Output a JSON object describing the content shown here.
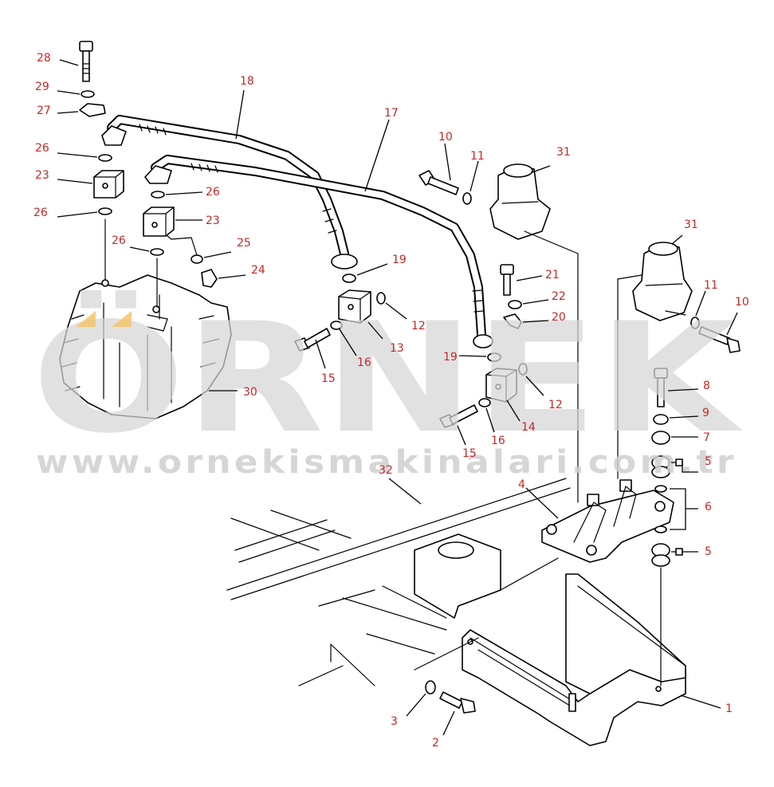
{
  "watermark": {
    "brand": "ÖRNEK",
    "url": "www.ornekismakinalari.com.tr",
    "accent_color": "#f2c46a"
  },
  "colors": {
    "callout": "#c62828",
    "line": "#000000",
    "watermark": "#d6d6d6"
  },
  "callouts": [
    {
      "id": "28",
      "text": "28"
    },
    {
      "id": "29",
      "text": "29"
    },
    {
      "id": "27",
      "text": "27"
    },
    {
      "id": "26a",
      "text": "26"
    },
    {
      "id": "23a",
      "text": "23"
    },
    {
      "id": "26b",
      "text": "26"
    },
    {
      "id": "26c",
      "text": "26"
    },
    {
      "id": "23b",
      "text": "23"
    },
    {
      "id": "26d",
      "text": "26"
    },
    {
      "id": "25",
      "text": "25"
    },
    {
      "id": "24",
      "text": "24"
    },
    {
      "id": "18",
      "text": "18"
    },
    {
      "id": "17",
      "text": "17"
    },
    {
      "id": "10a",
      "text": "10"
    },
    {
      "id": "11a",
      "text": "11"
    },
    {
      "id": "31a",
      "text": "31"
    },
    {
      "id": "31b",
      "text": "31"
    },
    {
      "id": "11b",
      "text": "11"
    },
    {
      "id": "10b",
      "text": "10"
    },
    {
      "id": "19a",
      "text": "19"
    },
    {
      "id": "12a",
      "text": "12"
    },
    {
      "id": "13",
      "text": "13"
    },
    {
      "id": "21",
      "text": "21"
    },
    {
      "id": "22",
      "text": "22"
    },
    {
      "id": "20",
      "text": "20"
    },
    {
      "id": "15a",
      "text": "15"
    },
    {
      "id": "16a",
      "text": "16"
    },
    {
      "id": "19b",
      "text": "19"
    },
    {
      "id": "12b",
      "text": "12"
    },
    {
      "id": "30",
      "text": "30"
    },
    {
      "id": "8",
      "text": "8"
    },
    {
      "id": "9",
      "text": "9"
    },
    {
      "id": "7",
      "text": "7"
    },
    {
      "id": "5a",
      "text": "5"
    },
    {
      "id": "14",
      "text": "14"
    },
    {
      "id": "16b",
      "text": "16"
    },
    {
      "id": "15b",
      "text": "15"
    },
    {
      "id": "32",
      "text": "32"
    },
    {
      "id": "4",
      "text": "4"
    },
    {
      "id": "6",
      "text": "6"
    },
    {
      "id": "5b",
      "text": "5"
    },
    {
      "id": "1",
      "text": "1"
    },
    {
      "id": "3",
      "text": "3"
    },
    {
      "id": "2",
      "text": "2"
    }
  ]
}
